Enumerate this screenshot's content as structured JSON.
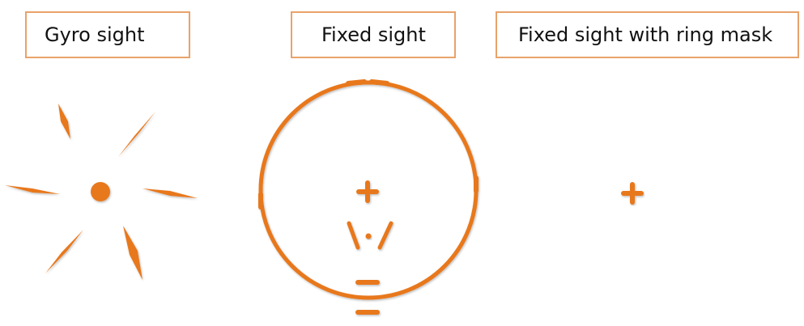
{
  "labels": {
    "gyro": "Gyro sight",
    "fixed": "Fixed sight",
    "fixed_ring": "Fixed sight with ring mask"
  },
  "colors": {
    "sight": "#e8781c",
    "label_border": "#e8a36a",
    "text": "#111111",
    "background": "#ffffff"
  }
}
